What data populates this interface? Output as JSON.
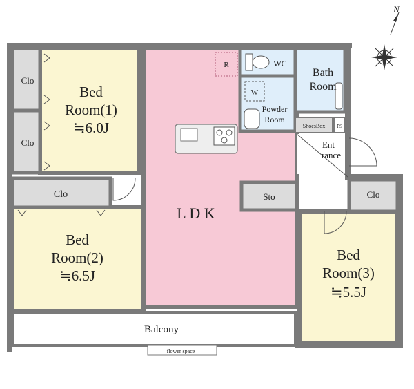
{
  "compass": {
    "north_label": "N",
    "icon": "compass-rose-icon"
  },
  "rooms": {
    "bed1": {
      "line1": "Bed",
      "line2": "Room(1)",
      "size": "≒6.0J"
    },
    "bed2": {
      "line1": "Bed",
      "line2": "Room(2)",
      "size": "≒6.5J"
    },
    "bed3": {
      "line1": "Bed",
      "line2": "Room(3)",
      "size": "≒5.5J"
    },
    "ldk": {
      "label": "L D K"
    },
    "bath": {
      "line1": "Bath",
      "line2": "Room"
    },
    "powder": {
      "line1": "Powder",
      "line2": "Room"
    },
    "wc": {
      "label": "WC"
    },
    "washer": {
      "label": "W"
    },
    "fridge": {
      "label": "R"
    },
    "entrance": {
      "line1": "Ent",
      "line2": "rance"
    },
    "shoesbox": {
      "label": "ShoesBox"
    },
    "ps": {
      "label": "PS"
    },
    "sto": {
      "label": "Sto"
    },
    "clo1": {
      "label": "Clo"
    },
    "clo2": {
      "label": "Clo"
    },
    "clo3": {
      "label": "Clo"
    },
    "clo4": {
      "label": "Clo"
    },
    "balcony": {
      "label": "Balcony"
    },
    "flower": {
      "label": "flower space"
    }
  },
  "colors": {
    "bedroom": "#fbf6d2",
    "ldk": "#f7c9d6",
    "wet": "#dfeefa",
    "closet": "#dcdcdc",
    "wall": "#7a7a7a"
  }
}
